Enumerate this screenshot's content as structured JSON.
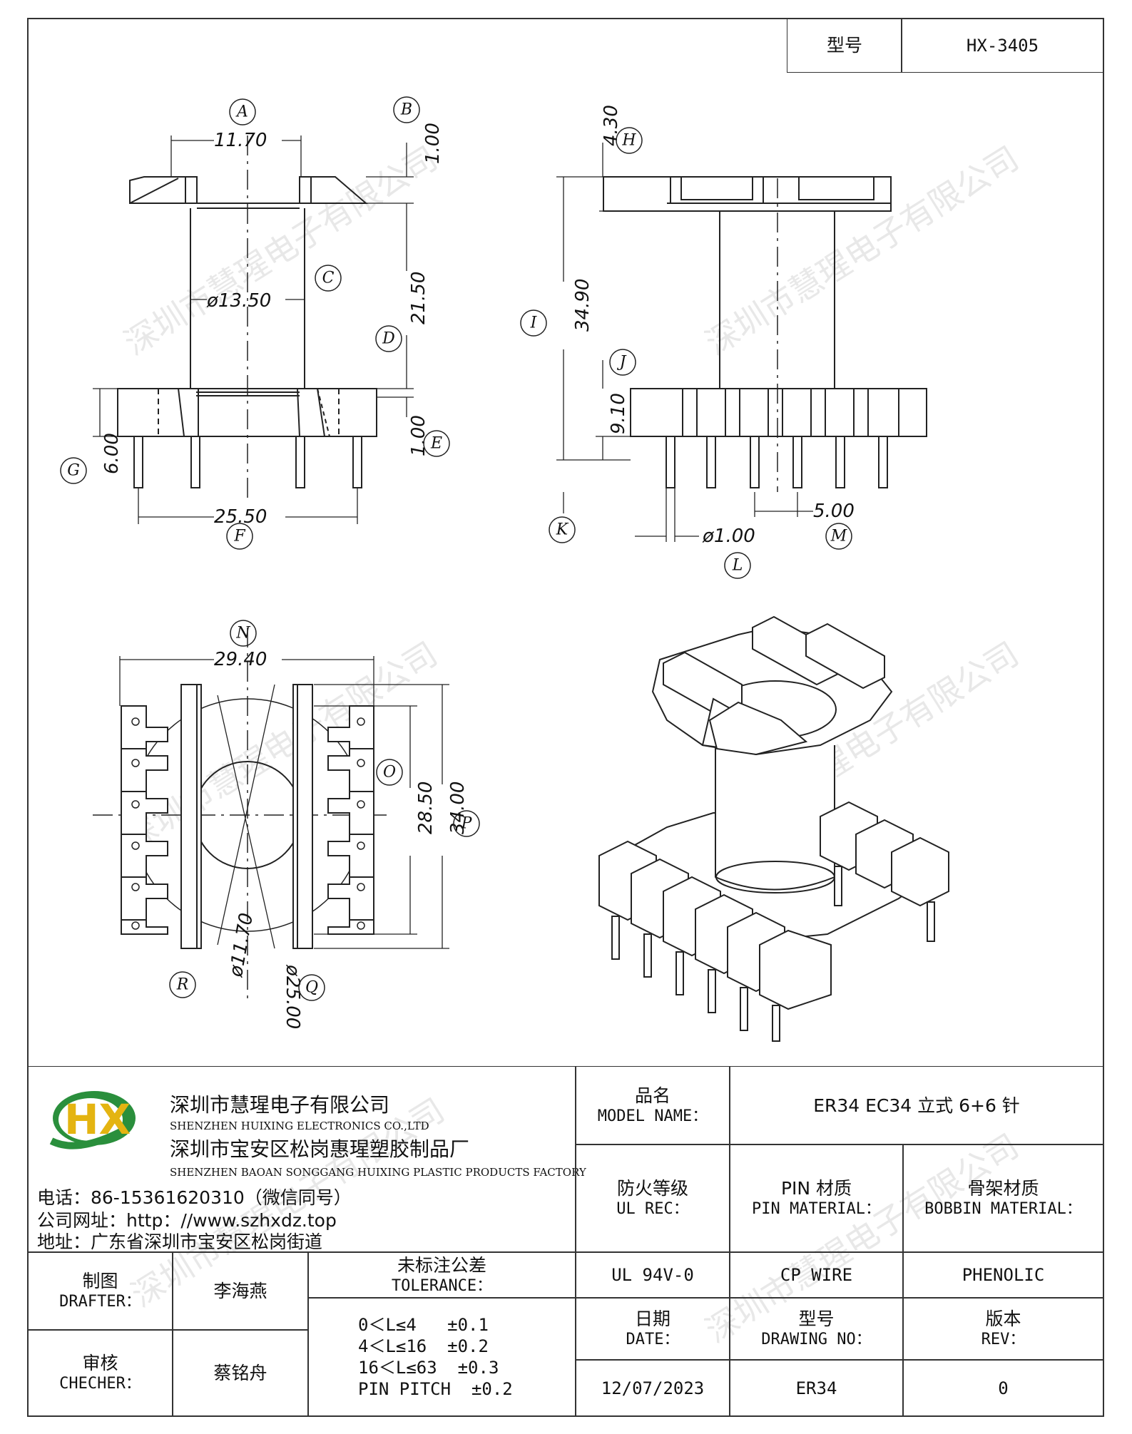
{
  "title_block_top": {
    "model_label": "型号",
    "model_value": "HX-3405"
  },
  "watermark": "深圳市慧瑆电子有限公司",
  "dimensions": {
    "A": {
      "letter": "A"
    },
    "B": {
      "letter": "B"
    },
    "C": {
      "letter": "C"
    },
    "D": {
      "letter": "D"
    },
    "E": {
      "letter": "E"
    },
    "F": {
      "letter": "F"
    },
    "G": {
      "letter": "G"
    },
    "H": {
      "letter": "H"
    },
    "I": {
      "letter": "I"
    },
    "J": {
      "letter": "J"
    },
    "K": {
      "letter": "K"
    },
    "L": {
      "letter": "L"
    },
    "M": {
      "letter": "M"
    },
    "N": {
      "letter": "N"
    },
    "O": {
      "letter": "O"
    },
    "P": {
      "letter": "P"
    },
    "Q": {
      "letter": "Q"
    },
    "R": {
      "letter": "R"
    },
    "values": {
      "d11_70": "11.70",
      "d1_00_top": "1.00",
      "d13_50": "ø13.50",
      "d21_50": "21.50",
      "d1_00_bot": "1.00",
      "d6_00": "6.00",
      "d25_50": "25.50",
      "d4_30": "4.30",
      "d34_90": "34.90",
      "d9_10": "9.10",
      "d1_00_pin": "ø1.00",
      "d5_00": "5.00",
      "d29_40": "29.40",
      "d28_50": "28.50",
      "d34_00": "34.00",
      "d11_70_r": "ø11.70",
      "d25_00": "ø25.00"
    }
  },
  "company": {
    "name_cn": "深圳市慧瑆电子有限公司",
    "name_en": "SHENZHEN HUIXING ELECTRONICS CO.,LTD",
    "factory_cn": "深圳市宝安区松岗惠瑆塑胶制品厂",
    "factory_en": "SHENZHEN BAOAN SONGGANG HUIXING PLASTIC PRODUCTS FACTORY",
    "phone": "电话：86-15361620310（微信同号）",
    "website": "公司网址：http：//www.szhxdz.top",
    "address": "地址：广东省深圳市宝安区松岗街道",
    "logo_text": "HX"
  },
  "model_name": {
    "label_cn": "品名",
    "label_en": "MODEL NAME：",
    "value": "ER34 EC34 立式 6+6 针"
  },
  "ul_rec": {
    "label_cn": "防火等级",
    "label_en": "UL REC：",
    "value": "UL 94V-0"
  },
  "pin_material": {
    "label_cn": "PIN 材质",
    "label_en": "PIN MATERIAL：",
    "value": "CP WIRE"
  },
  "bobbin_material": {
    "label_cn": "骨架材质",
    "label_en": "BOBBIN MATERIAL：",
    "value": "PHENOLIC"
  },
  "drafter": {
    "label_cn": "制图",
    "label_en": "DRAFTER：",
    "value": "李海燕"
  },
  "checker": {
    "label_cn": "审核",
    "label_en": "CHECHER：",
    "value": "蔡铭舟"
  },
  "tolerance": {
    "label_cn": "未标注公差",
    "label_en": "TOLERANCE：",
    "rows": [
      "0＜L≤4   ±0.1",
      "4＜L≤16  ±0.2",
      "16＜L≤63  ±0.3",
      "PIN PITCH  ±0.2"
    ]
  },
  "date": {
    "label_cn": "日期",
    "label_en": "DATE：",
    "value": "12/07/2023"
  },
  "drawing_no": {
    "label_cn": "型号",
    "label_en": "DRAWING NO：",
    "value": "ER34"
  },
  "rev": {
    "label_cn": "版本",
    "label_en": "REV：",
    "value": "0"
  }
}
